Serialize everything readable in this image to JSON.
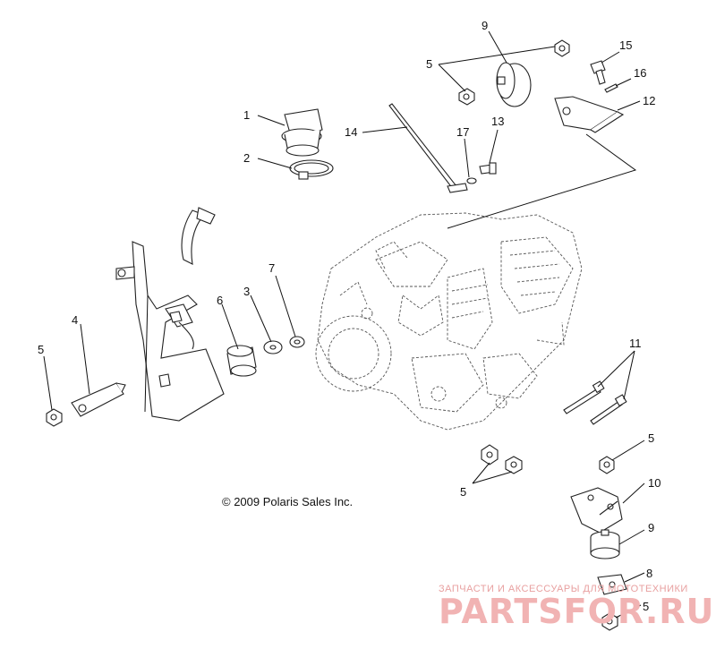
{
  "diagram": {
    "copyright": "© 2009 Polaris Sales Inc.",
    "watermark_line1": "ЗАПЧАСТИ И АКСЕССУАРЫ ДЛЯ МОТОТЕХНИКИ",
    "watermark_logo": "PARTSFOR.RU",
    "callouts": [
      "1",
      "2",
      "3",
      "4",
      "5",
      "5",
      "5",
      "5",
      "5",
      "6",
      "7",
      "8",
      "9",
      "9",
      "10",
      "11",
      "12",
      "13",
      "14",
      "15",
      "16",
      "17"
    ]
  }
}
